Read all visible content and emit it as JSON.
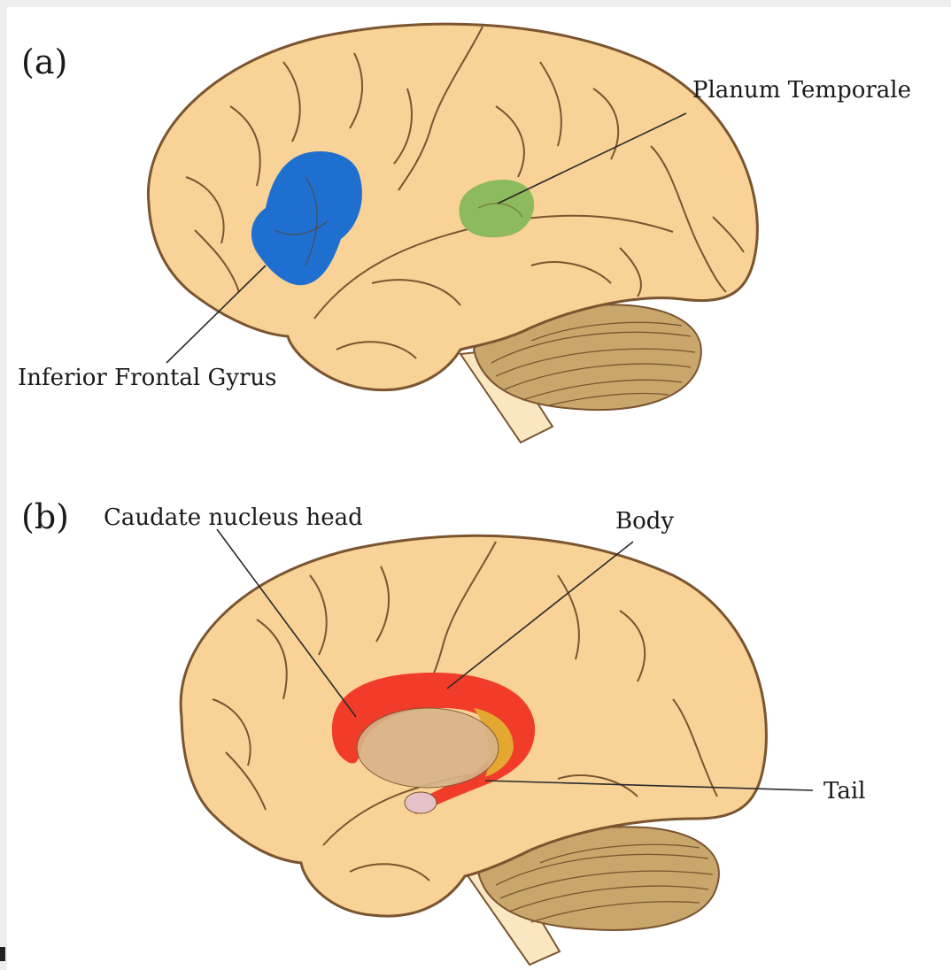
{
  "figure": {
    "panels": [
      {
        "letter": "(a)",
        "view": "lateral",
        "labels": {
          "planum_temporale": "Planum Temporale",
          "inferior_frontal_gyrus": "Inferior Frontal Gyrus"
        },
        "colors": {
          "brain": "#f8d296",
          "outline": "#7a5530",
          "inferior_frontal_gyrus": "#1f6fd0",
          "planum_temporale": "#8cba5c",
          "cerebellum": "#c9a66b",
          "brainstem": "#fbe6c2"
        }
      },
      {
        "letter": "(b)",
        "view": "lateral-with-caudate",
        "labels": {
          "caudate_head": "Caudate nucleus head",
          "body": "Body",
          "tail": "Tail"
        },
        "colors": {
          "brain": "#f8d296",
          "outline": "#7a5530",
          "caudate_nucleus": "#f23c2a",
          "thalamus": "#d8b48a",
          "putamen": "#e4a830",
          "amygdala": "#e6c2c8",
          "cerebellum": "#c9a66b",
          "brainstem": "#fbe6c2"
        }
      }
    ]
  }
}
